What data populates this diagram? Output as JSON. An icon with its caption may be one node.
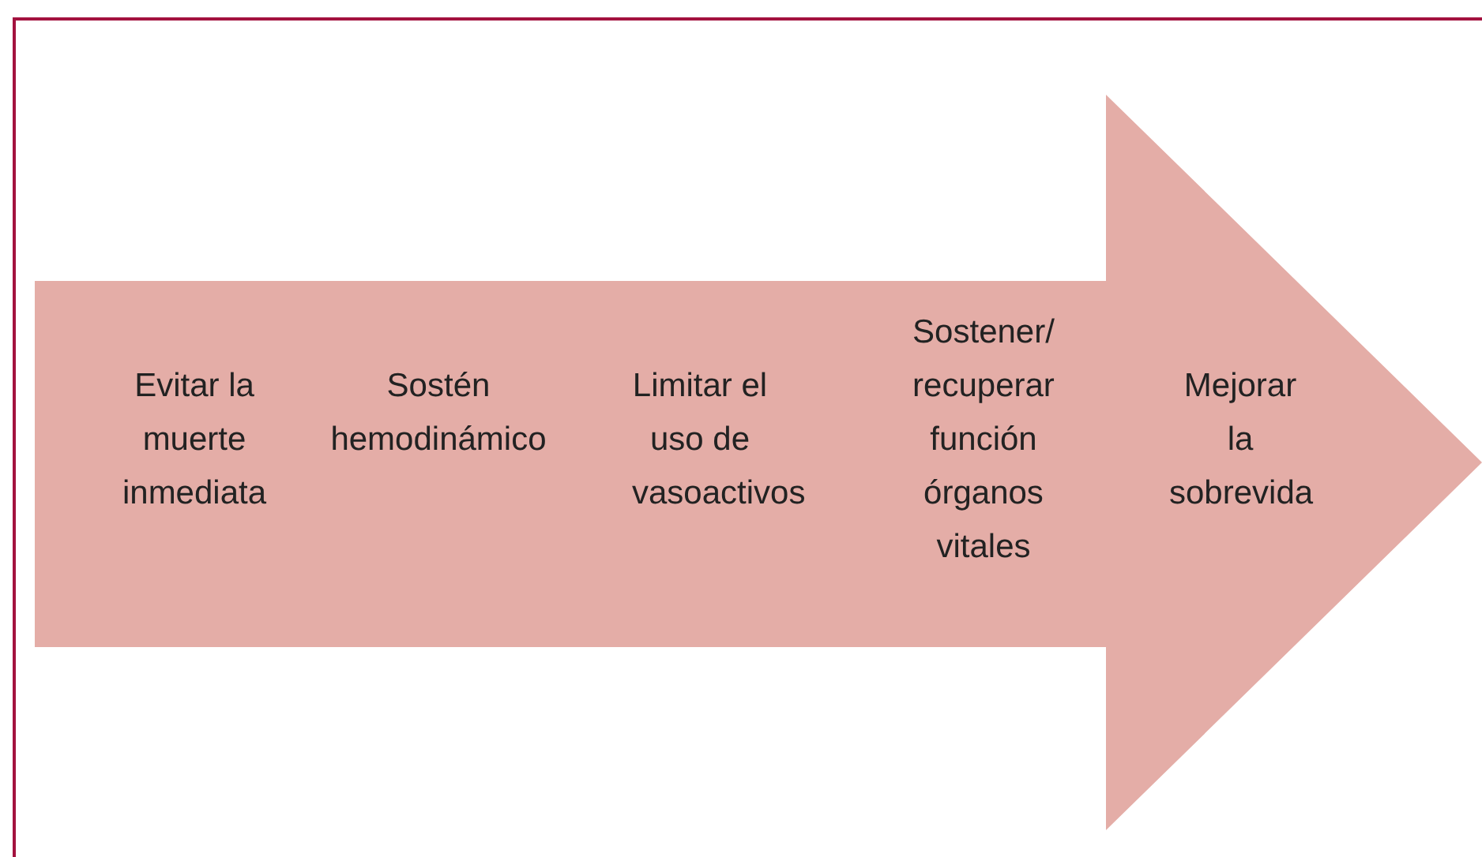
{
  "diagram": {
    "nodes": [
      {
        "text": [
          "Evitar la muerte inmediata",
          "Sostén hemodinámico",
          "Limitar el uso de vasoactivos",
          "Sostener/ recuperar función órganos vitales",
          "Mejorar la sobrevida"
        ]
      }
    ]
  }
}
